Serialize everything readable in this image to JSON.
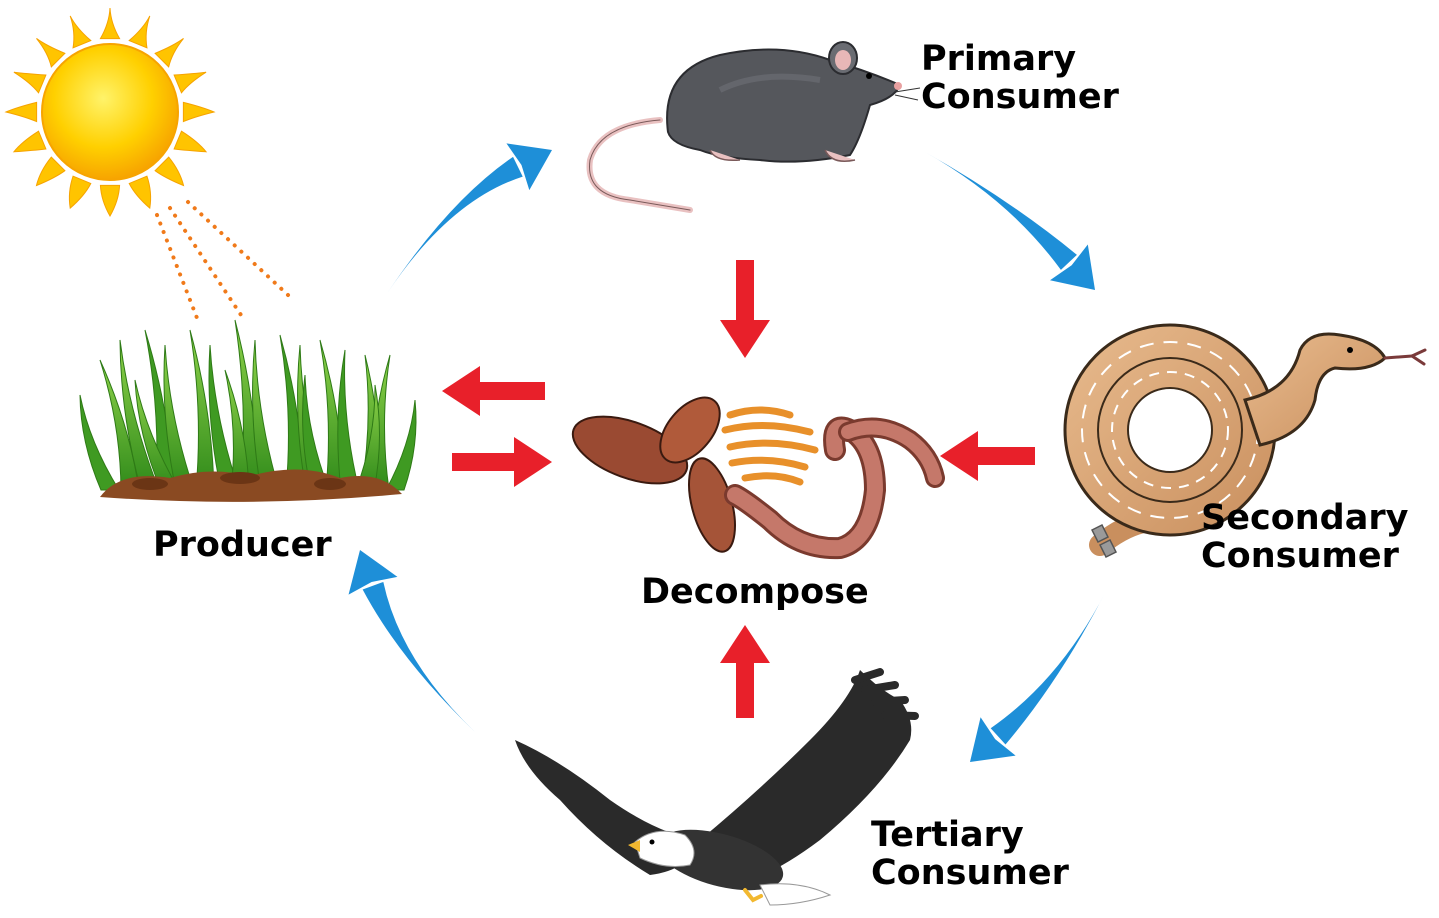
{
  "labels": {
    "producer": "Producer",
    "primary": [
      "Primary",
      "Consumer"
    ],
    "secondary": [
      "Secondary",
      "Consumer"
    ],
    "tertiary": [
      "Tertiary",
      "Consumer"
    ],
    "decompose": "Decompose"
  },
  "colors": {
    "cycle_arrow": "#1e8fd8",
    "decompose_arrow": "#e8202a",
    "sun": "#ffcc00",
    "sun_rays": "#f07a1a",
    "grass": "#4caf2a",
    "soil": "#8a4a22",
    "mouse": "#55575c",
    "snake": "#d9a77a",
    "eagle": "#2a2a2a",
    "worm": "#b25b45"
  },
  "icons": [
    "sun-icon",
    "grass-icon",
    "mouse-icon",
    "snake-icon",
    "eagle-icon",
    "worms-icon"
  ]
}
